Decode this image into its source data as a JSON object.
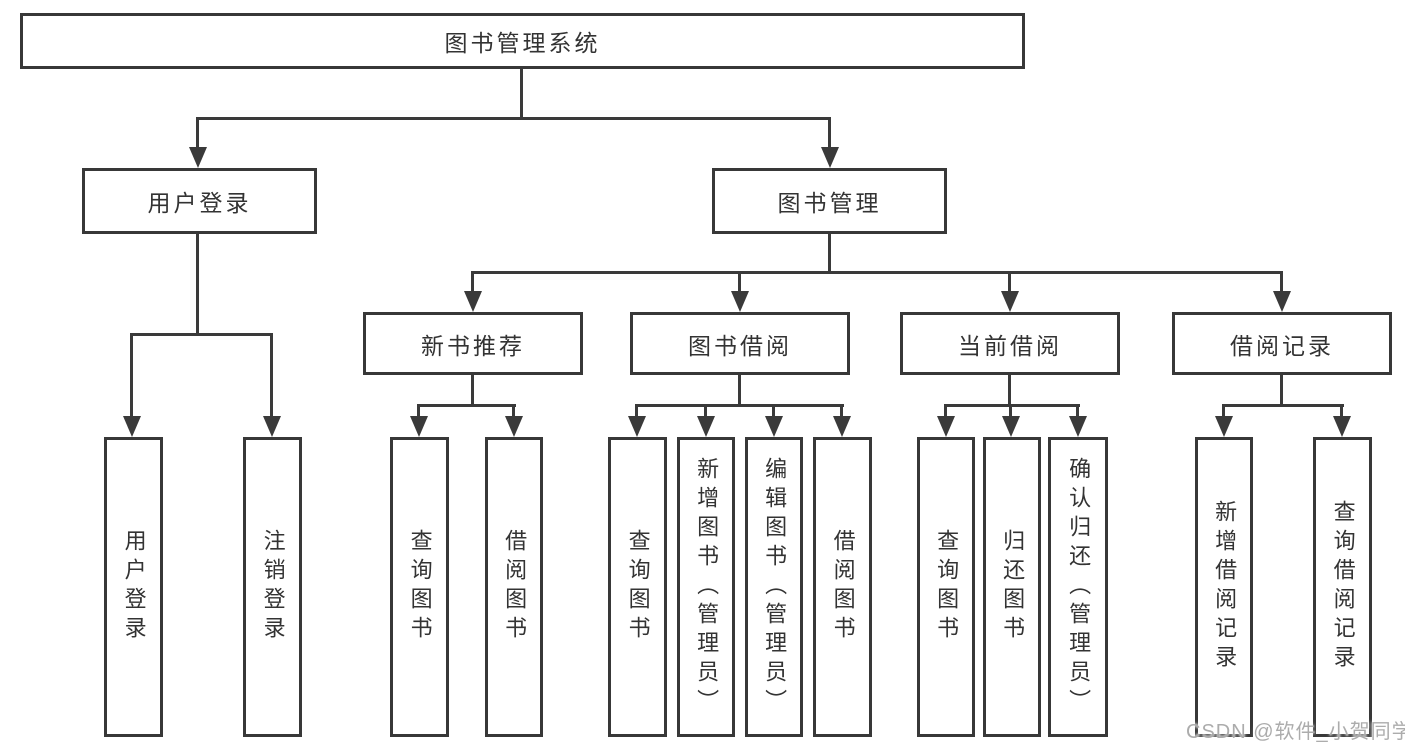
{
  "tree": {
    "label": "图书管理系统",
    "children": [
      {
        "label": "用户登录",
        "children": [
          {
            "label": "用户登录"
          },
          {
            "label": "注销登录"
          }
        ]
      },
      {
        "label": "图书管理",
        "children": [
          {
            "label": "新书推荐",
            "children": [
              {
                "label": "查询图书"
              },
              {
                "label": "借阅图书"
              }
            ]
          },
          {
            "label": "图书借阅",
            "children": [
              {
                "label": "查询图书"
              },
              {
                "label": "新增图书（管理员）"
              },
              {
                "label": "编辑图书（管理员）"
              },
              {
                "label": "借阅图书"
              }
            ]
          },
          {
            "label": "当前借阅",
            "children": [
              {
                "label": "查询图书"
              },
              {
                "label": "归还图书"
              },
              {
                "label": "确认归还（管理员）"
              }
            ]
          },
          {
            "label": "借阅记录",
            "children": [
              {
                "label": "新增借阅记录"
              },
              {
                "label": "查询借阅记录"
              }
            ]
          }
        ]
      }
    ]
  },
  "watermark": {
    "text": "CSDN @软件_小贺同学"
  },
  "colors": {
    "line": "#3a3a3a",
    "border": "#383838",
    "text": "#333333",
    "watermark": "#a8a8a8",
    "background": "#ffffff"
  }
}
